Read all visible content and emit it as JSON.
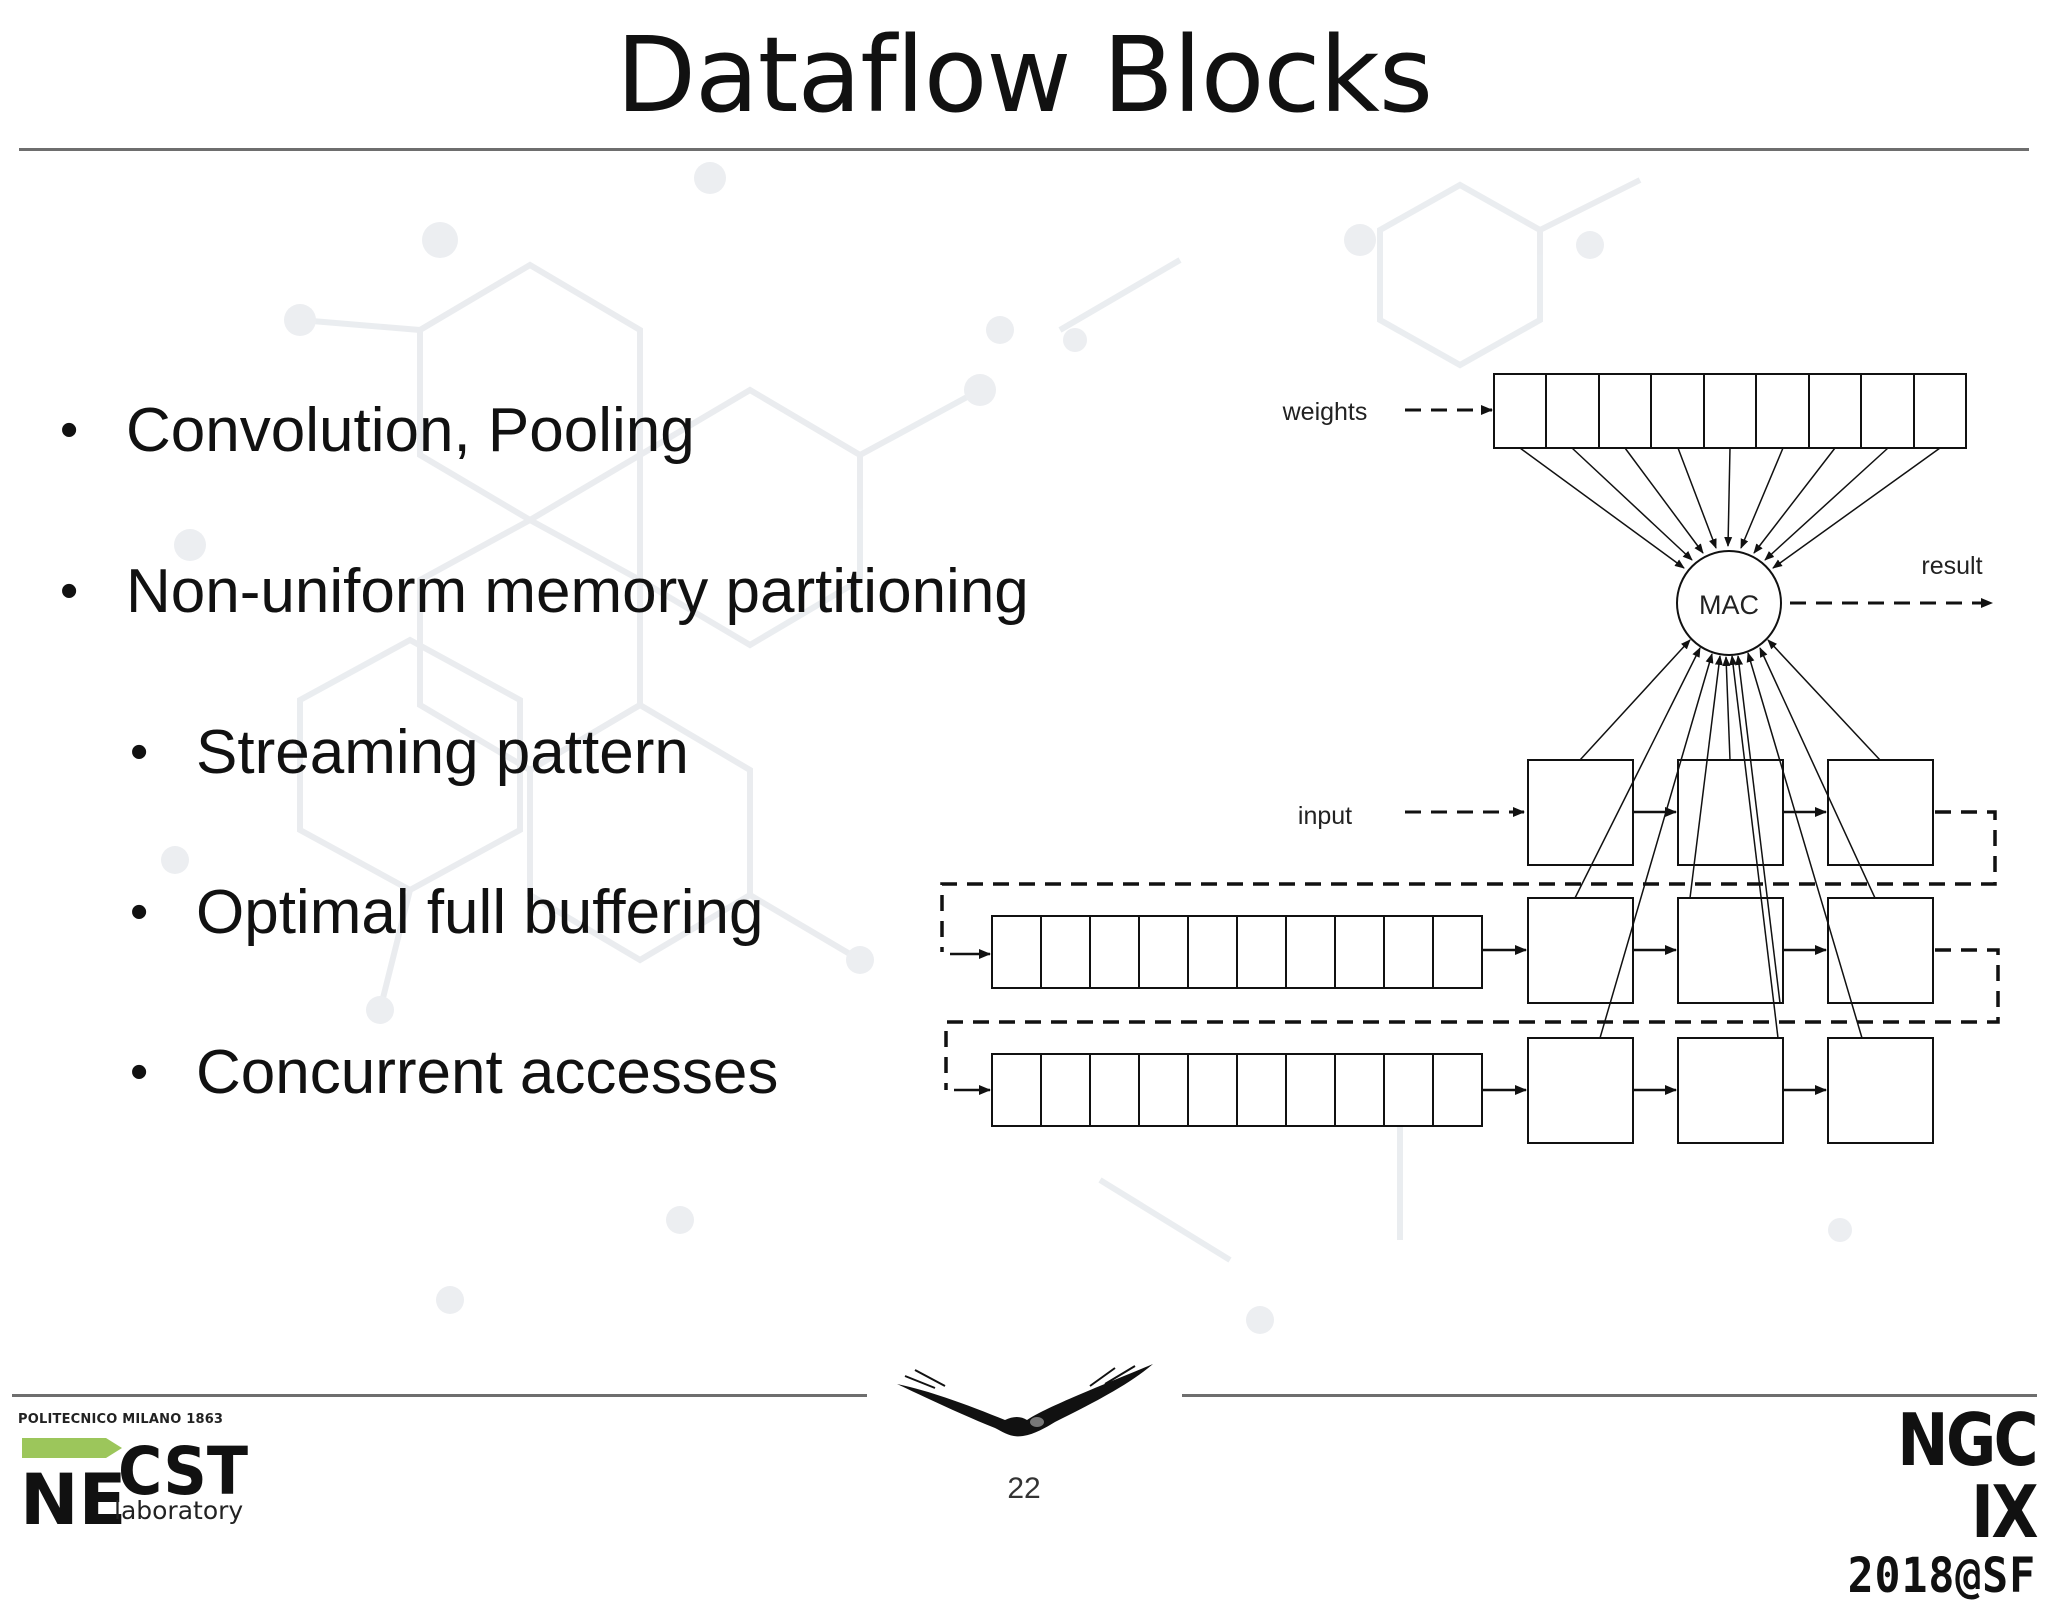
{
  "slide": {
    "title": "Dataflow Blocks",
    "page_number": "22"
  },
  "bullets": [
    {
      "level": 1,
      "text": "Convolution, Pooling"
    },
    {
      "level": 1,
      "text": "Non-uniform memory partitioning"
    },
    {
      "level": 2,
      "text": "Streaming pattern"
    },
    {
      "level": 2,
      "text": "Optimal full buffering"
    },
    {
      "level": 2,
      "text": "Concurrent accesses"
    }
  ],
  "diagram": {
    "weights_label": "weights",
    "input_label": "input",
    "result_label": "result",
    "mac_label": "MAC"
  },
  "footer": {
    "left_logo": {
      "institution": "POLITECNICO MILANO 1863",
      "logo_text_ne": "NE",
      "logo_text_cst": "CST",
      "logo_text_lab": "laboratory"
    },
    "right_logo": {
      "line1": "NGC IX",
      "line2": "2018@SF"
    },
    "center_icon": "condor-icon"
  },
  "colors": {
    "logo_green": "#9cc65b",
    "rule_gray": "#6e6e6e",
    "text": "#111111"
  }
}
